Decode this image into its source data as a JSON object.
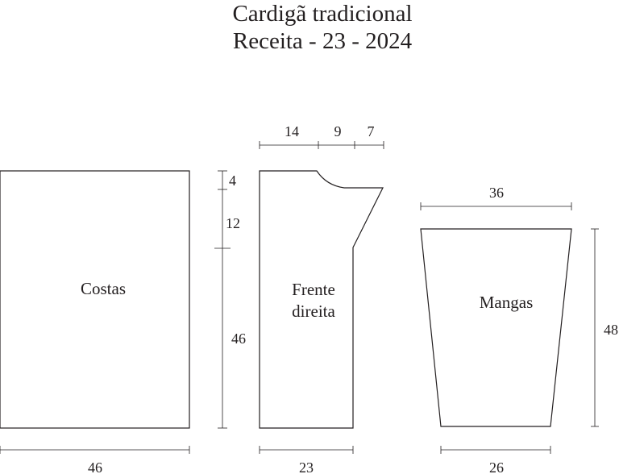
{
  "header": {
    "title": "Cardigã tradicional",
    "subtitle": "Receita - 23 - 2024"
  },
  "pieces": {
    "costas": {
      "label": "Costas",
      "width": "46",
      "side_top": "4",
      "side_mid": "12",
      "height": "46"
    },
    "frente": {
      "label_line1": "Frente",
      "label_line2": "direita",
      "width": "23",
      "top_a": "14",
      "top_b": "9",
      "top_c": "7"
    },
    "mangas": {
      "label": "Mangas",
      "top_width": "36",
      "bottom_width": "26",
      "height": "48"
    }
  },
  "colors": {
    "line": "#231f20",
    "background": "#ffffff"
  }
}
